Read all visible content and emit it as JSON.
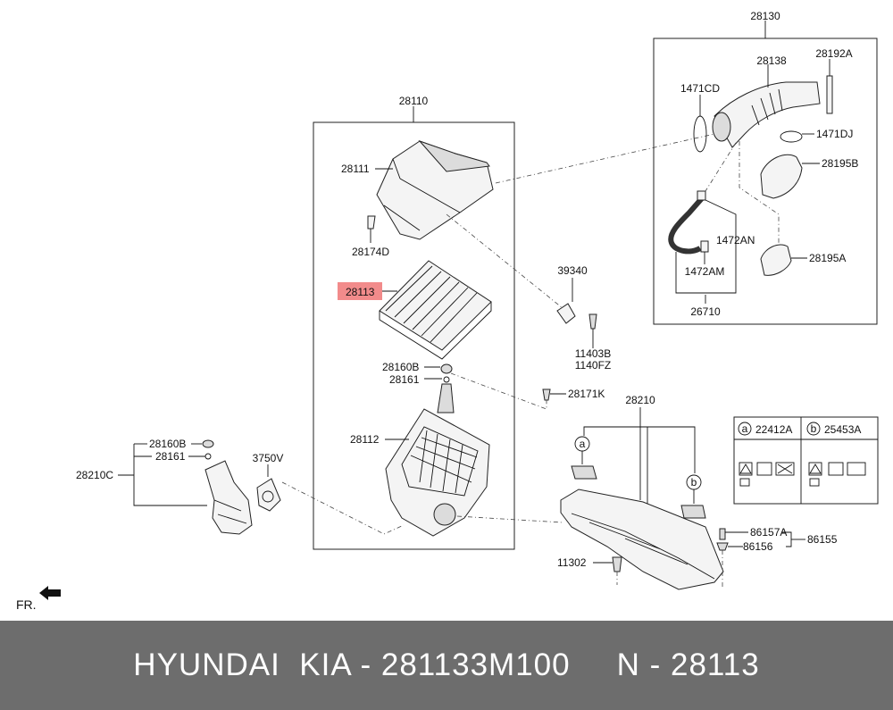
{
  "labels": {
    "p28130": "28130",
    "p28138": "28138",
    "p28192A": "28192A",
    "p1471CD": "1471CD",
    "p1471DJ": "1471DJ",
    "p28195B": "28195B",
    "p1472AN": "1472AN",
    "p1472AM": "1472AM",
    "p28195A": "28195A",
    "p26710": "26710",
    "p28110": "28110",
    "p28111": "28111",
    "p28174D": "28174D",
    "p28113": "28113",
    "p39340": "39340",
    "p11403B": "11403B",
    "p1140FZ": "1140FZ",
    "p28160B": "28160B",
    "p28161": "28161",
    "p28171K": "28171K",
    "p28112": "28112",
    "p28210": "28210",
    "p28160B_2": "28160B",
    "p28161_2": "28161",
    "p28210C": "28210C",
    "p3750V": "3750V",
    "p11302": "11302",
    "p86157A": "86157A",
    "p86156": "86156",
    "p86155": "86155",
    "fr": "FR."
  },
  "callouts": {
    "a": "a",
    "b": "b"
  },
  "legend": {
    "a_letter": "a",
    "a_code": "22412A",
    "b_letter": "b",
    "b_code": "25453A"
  },
  "highlight_color": "#f28b8b",
  "footer": {
    "brand": "HYUNDAI  KIA - 281133M100",
    "number": "N - 28113"
  }
}
